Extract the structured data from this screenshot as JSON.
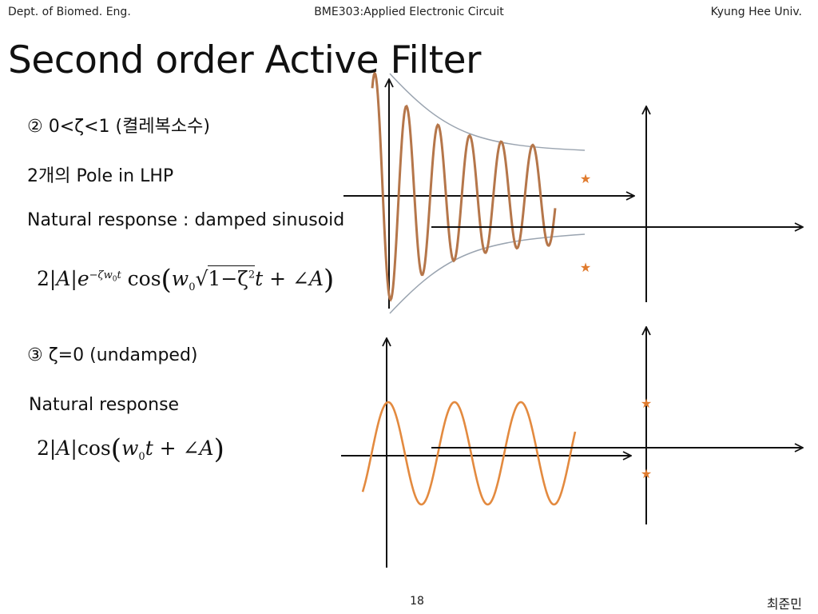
{
  "header": {
    "left": "Dept. of Biomed. Eng.",
    "center": "BME303:Applied Electronic Circuit",
    "right": "Kyung Hee Univ."
  },
  "slide": {
    "title": "Second order Active Filter",
    "case2": {
      "heading": "② 0<ζ<1 (켤레복소수)",
      "poles": "2개의 Pole in LHP",
      "response_label": "Natural response : damped sinusoid",
      "equation": {
        "coef": "2",
        "A": "A",
        "e": "e",
        "exp": "−ζw",
        "exp_sub": "0",
        "exp_t": "t",
        "cos": "cos",
        "w": "w",
        "w_sub": "0",
        "one_minus": "1−ζ",
        "sq": "2",
        "tail": "t + ∠A"
      }
    },
    "case3": {
      "heading": "③ ζ=0 (undamped)",
      "response_label": "Natural response",
      "equation": {
        "coef": "2",
        "A": "A",
        "cos": "cos",
        "w": "w",
        "w_sub": "0",
        "tail": "t + ∠A"
      }
    },
    "pole_marker": "★",
    "colors": {
      "damped_wave": "#b5764a",
      "undamped_wave": "#e38a3f",
      "envelope": "#9aa4b0",
      "pole": "#e07b2e",
      "axis": "#111111"
    }
  },
  "footer": {
    "page_number": "18",
    "author": "최준민"
  }
}
